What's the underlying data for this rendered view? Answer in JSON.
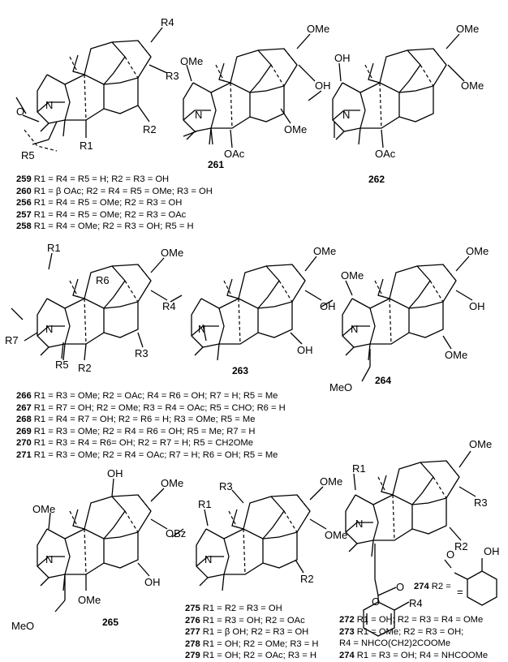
{
  "compounds": {
    "c261": "261",
    "c262": "262",
    "c263": "263",
    "c264": "264",
    "c265": "265"
  },
  "atoms": {
    "R4": "R4",
    "R3": "R3",
    "R2": "R2",
    "R1": "R1",
    "R5": "R5",
    "R6": "R6",
    "R7": "R7",
    "OMe": "OMe",
    "OH": "OH",
    "OAc": "OAc",
    "OBz": "OBz",
    "N": "N",
    "O": "O",
    "MeO": "MeO",
    "eq": "="
  },
  "caption1": [
    {
      "num": "259",
      "text": " R1 = R4 = R5 = H; R2 = R3 = OH"
    },
    {
      "num": "260",
      "text": " R1 = β OAc; R2 = R4 = R5 = OMe; R3 = OH"
    },
    {
      "num": "256",
      "text": " R1 = R4 = R5 = OMe; R2 = R3 = OH"
    },
    {
      "num": "257",
      "text": " R1 = R4 = R5 = OMe; R2 = R3 = OAc"
    },
    {
      "num": "258",
      "text": " R1 = R4 = OMe; R2 = R3 = OH; R5 = H"
    }
  ],
  "caption2": [
    {
      "num": "266",
      "text": " R1 = R3 = OMe; R2 = OAc; R4 = R6 = OH; R7 = H; R5 = Me"
    },
    {
      "num": "267",
      "text": " R1 = R7 = OH; R2 = OMe; R3 = R4 = OAc; R5 = CHO; R6 = H"
    },
    {
      "num": "268",
      "text": " R1 = R4 = R7 = OH; R2 = R6 = H; R3 = OMe; R5 = Me"
    },
    {
      "num": "269",
      "text": " R1 = R3 = OMe; R2 = R4 = R6 = OH; R5 = Me; R7 = H"
    },
    {
      "num": "270",
      "text": " R1 = R3 = R4 = R6= OH; R2 = R7 = H; R5 = CH2OMe"
    },
    {
      "num": "271",
      "text": " R1 = R3 = OMe; R2 = R4 = OAc; R7 = H; R6 = OH; R5 = Me"
    }
  ],
  "caption3": [
    {
      "num": "275",
      "text": " R1 = R2 = R3 = OH"
    },
    {
      "num": "276",
      "text": " R1 = R3 = OH; R2 = OAc"
    },
    {
      "num": "277",
      "text": " R1 = β OH; R2 = R3 = OH"
    },
    {
      "num": "278",
      "text": " R1 = OH; R2 = OMe; R3 = H"
    },
    {
      "num": "279",
      "text": " R1 = OH; R2 = OAc; R3 = H"
    }
  ],
  "caption4": [
    {
      "num": "272",
      "text": " R1 = OH; R2 = R3 = R4 = OMe"
    },
    {
      "num": "273",
      "text": " R1 = OMe; R2 = R3 = OH;"
    },
    {
      "num": "",
      "text": "R4 = NHCO(CH2)2COOMe"
    },
    {
      "num": "274",
      "text": " R1 = R3 = OH; R4 = NHCOOMe"
    }
  ],
  "label274": {
    "num": "274",
    "text": " R2 ="
  }
}
